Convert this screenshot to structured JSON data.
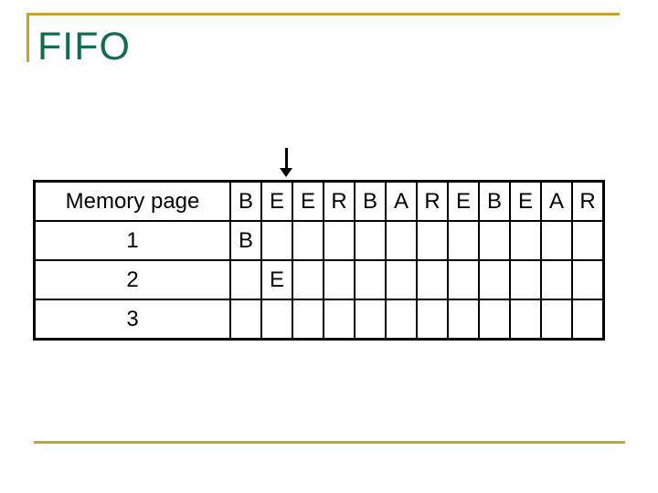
{
  "slide": {
    "title": "FIFO",
    "colors": {
      "title_green": "#156c4b",
      "accent_gold": "#c4a32e",
      "entry_purple": "#b778de"
    }
  },
  "table": {
    "header_label": "Memory page",
    "reference_string": [
      "B",
      "E",
      "E",
      "R",
      "B",
      "A",
      "R",
      "E",
      "B",
      "E",
      "A",
      "R"
    ],
    "rows": [
      {
        "label": "1",
        "cells": [
          "B",
          "",
          "",
          "",
          "",
          "",
          "",
          "",
          "",
          "",
          "",
          ""
        ]
      },
      {
        "label": "2",
        "cells": [
          "",
          "E",
          "",
          "",
          "",
          "",
          "",
          "",
          "",
          "",
          "",
          ""
        ]
      },
      {
        "label": "3",
        "cells": [
          "",
          "",
          "",
          "",
          "",
          "",
          "",
          "",
          "",
          "",
          "",
          ""
        ]
      }
    ],
    "arrow_over_reference_index": 1
  }
}
